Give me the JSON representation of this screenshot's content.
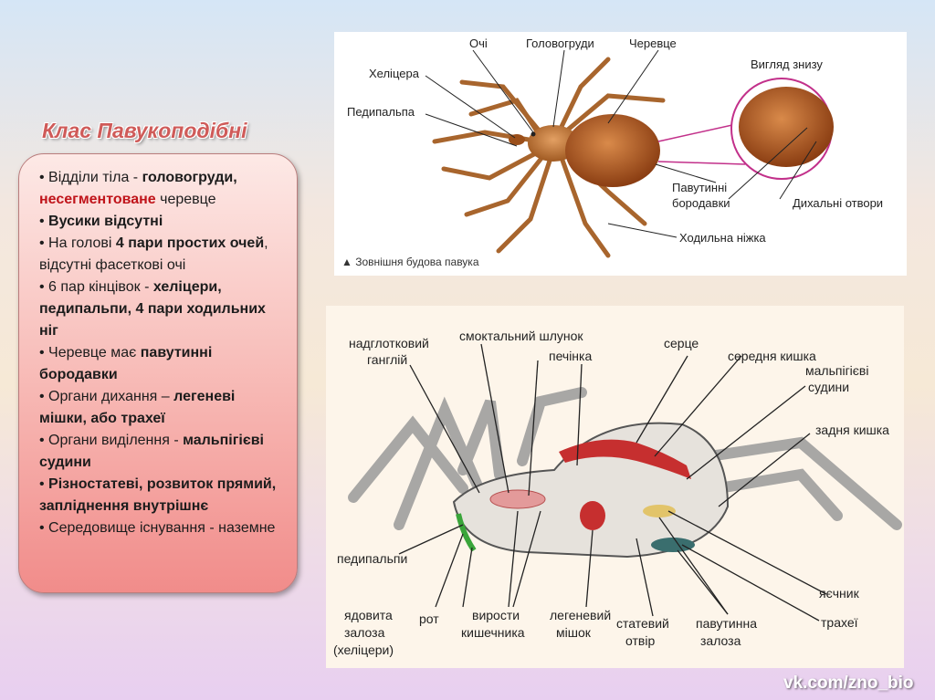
{
  "title": "Клас Павукоподібні",
  "bullets": [
    [
      {
        "t": "• Відділи тіла - "
      },
      {
        "t": "головогруди,",
        "s": "b"
      },
      {
        "t": " "
      },
      {
        "t": "несегментоване",
        "s": "r"
      },
      {
        "t": " черевце"
      }
    ],
    [
      {
        "t": "• "
      },
      {
        "t": "Вусики відсутні",
        "s": "b"
      }
    ],
    [
      {
        "t": "• На голові "
      },
      {
        "t": "4 пари простих очей",
        "s": "b"
      },
      {
        "t": ", відсутні фасеткові очі"
      }
    ],
    [
      {
        "t": "• 6 пар кінцівок - "
      },
      {
        "t": "хеліцери, педипальпи, 4 пари ходильних ніг",
        "s": "b"
      }
    ],
    [
      {
        "t": "• Черевце має "
      },
      {
        "t": "павутинні бородавки",
        "s": "b"
      }
    ],
    [
      {
        "t": "• Органи дихання – "
      },
      {
        "t": "легеневі мішки, або трахеї",
        "s": "b"
      }
    ],
    [
      {
        "t": "• Органи виділення - "
      },
      {
        "t": "мальпігієві судини",
        "s": "b"
      }
    ],
    [
      {
        "t": "• "
      },
      {
        "t": "Різностатеві, розвиток прямий, запліднення внутрішнє",
        "s": "b"
      }
    ],
    [
      {
        "t": "• Середовище існування - наземне"
      }
    ]
  ],
  "external": {
    "labels": {
      "eyes": "Очі",
      "cephalothorax": "Головогруди",
      "abdomen": "Черевце",
      "chelicera": "Хеліцера",
      "pedipalp": "Педипальпа",
      "bottom_view": "Вигляд знизу",
      "spinnerets_1": "Павутинні",
      "spinnerets_2": "бородавки",
      "spiracles": "Дихальні отвори",
      "walking_leg": "Ходильна ніжка"
    },
    "caption": "▲ Зовнішня будова павука"
  },
  "internal": {
    "labels": {
      "ganglion_1": "надглотковий",
      "ganglion_2": "ганглій",
      "stomach": "смоктальний шлунок",
      "liver": "печінка",
      "heart": "серце",
      "midgut": "середня кишка",
      "malpighian_1": "мальпігієві",
      "malpighian_2": "судини",
      "hindgut": "задня кишка",
      "pedipalps": "педипальпи",
      "poison_1": "ядовита",
      "poison_2": "залоза",
      "poison_3": "(хеліцери)",
      "mouth": "рот",
      "outgrowths_1": "вирости",
      "outgrowths_2": "кишечника",
      "lung_1": "легеневий",
      "lung_2": "мішок",
      "genital_1": "статевий",
      "genital_2": "отвір",
      "silk_1": "павутинна",
      "silk_2": "залоза",
      "ovary": "яєчник",
      "trachea": "трахеї"
    }
  },
  "watermark": "vk.com/zno_bio"
}
